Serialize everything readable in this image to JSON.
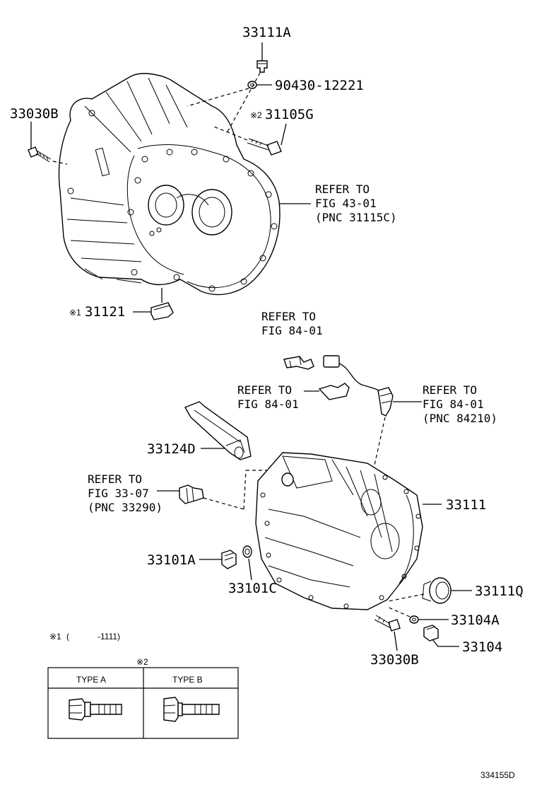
{
  "labels": {
    "p33111A": "33111A",
    "p90430": "90430-12221",
    "p33030B_top": "33030B",
    "p31105G": "31105G",
    "mark2": "※2",
    "mark1": "※1",
    "p31121": "31121",
    "p33124D": "33124D",
    "p33111": "33111",
    "p33101A": "33101A",
    "p33101C": "33101C",
    "p33111Q": "33111Q",
    "p33104A": "33104A",
    "p33104": "33104",
    "p33030B_bottom": "33030B"
  },
  "refs": {
    "fig43": [
      "REFER TO",
      "FIG 43-01",
      "(PNC 31115C)"
    ],
    "fig84a": [
      "REFER TO",
      "FIG 84-01"
    ],
    "fig84b": [
      "REFER TO",
      "FIG 84-01"
    ],
    "fig84c": [
      "REFER TO",
      "FIG 84-01",
      "(PNC 84210)"
    ],
    "fig33": [
      "REFER TO",
      "FIG 33-07",
      "(PNC 33290)"
    ]
  },
  "footnote": {
    "mark1": "※1",
    "open": "(",
    "range": "-1111)"
  },
  "types_table": {
    "mark": "※2",
    "type_a": "TYPE A",
    "type_b": "TYPE B"
  },
  "figure_id": "334155D"
}
